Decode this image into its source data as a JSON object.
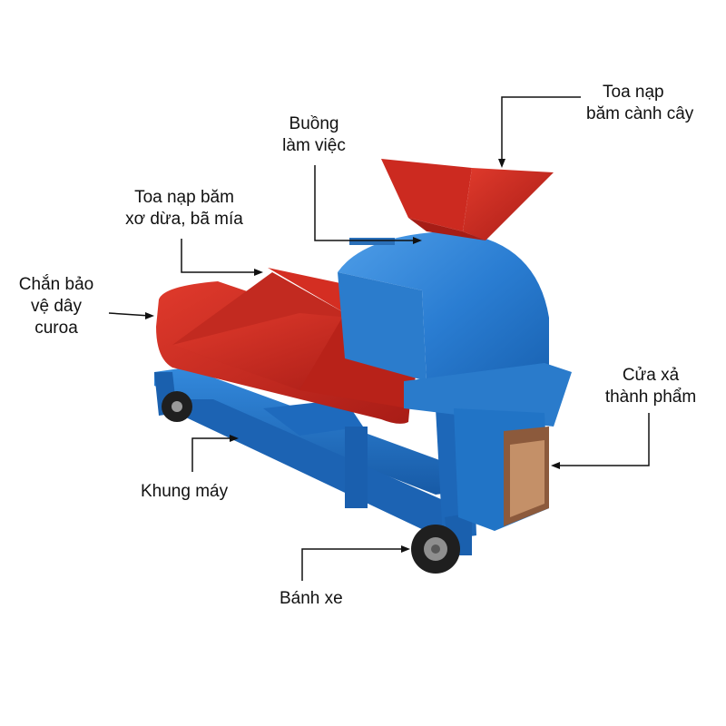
{
  "colors": {
    "frame_blue": "#1f6fc4",
    "hopper_red": "#c9261e",
    "leader_line": "#111111",
    "background": "#ffffff"
  },
  "labels": {
    "toa_nap_bam_canh_cay": {
      "line1": "Toa nạp",
      "line2": "băm cành cây"
    },
    "buong_lam_viec": {
      "line1": "Buồng",
      "line2": "làm việc"
    },
    "toa_nap_bam_xo_dua": {
      "line1": "Toa nạp băm",
      "line2": "xơ dừa, bã mía"
    },
    "chan_bao_ve": {
      "line1": "Chắn bảo",
      "line2": "vệ dây",
      "line3": "curoa"
    },
    "cua_xa": {
      "line1": "Cửa xả",
      "line2": "thành phẩm"
    },
    "khung_may": {
      "line1": "Khung máy"
    },
    "banh_xe": {
      "line1": "Bánh xe"
    }
  }
}
